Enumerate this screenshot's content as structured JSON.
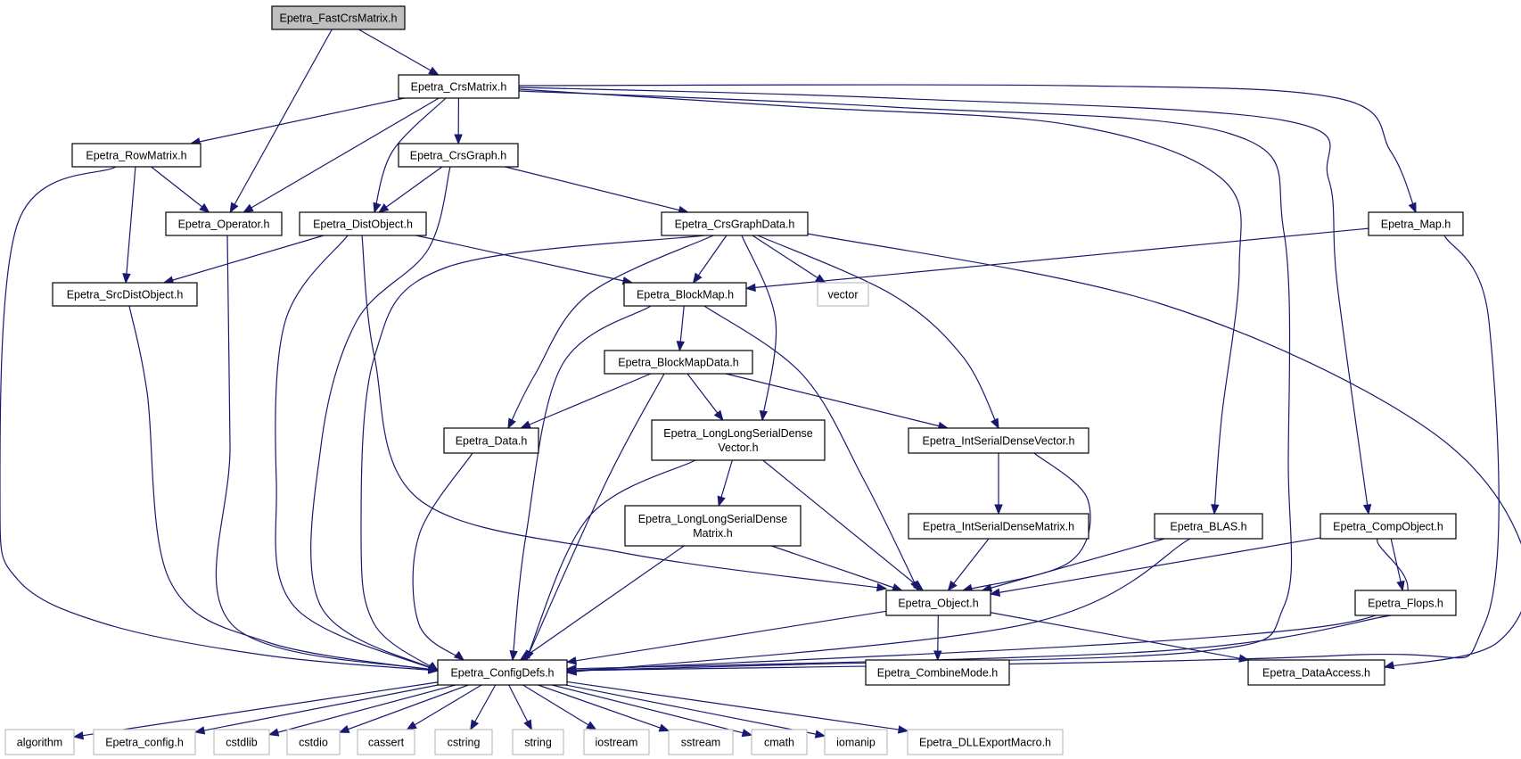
{
  "diagram": {
    "nodes": [
      {
        "id": "fastcrs",
        "label": "Epetra_FastCrsMatrix.h",
        "style": "root"
      },
      {
        "id": "crsmatrix",
        "label": "Epetra_CrsMatrix.h",
        "style": "normal"
      },
      {
        "id": "rowmatrix",
        "label": "Epetra_RowMatrix.h",
        "style": "normal"
      },
      {
        "id": "crsgraph",
        "label": "Epetra_CrsGraph.h",
        "style": "normal"
      },
      {
        "id": "operator",
        "label": "Epetra_Operator.h",
        "style": "normal"
      },
      {
        "id": "distobject",
        "label": "Epetra_DistObject.h",
        "style": "normal"
      },
      {
        "id": "crsgraphdata",
        "label": "Epetra_CrsGraphData.h",
        "style": "normal"
      },
      {
        "id": "map",
        "label": "Epetra_Map.h",
        "style": "normal"
      },
      {
        "id": "srcdist",
        "label": "Epetra_SrcDistObject.h",
        "style": "normal"
      },
      {
        "id": "blockmap",
        "label": "Epetra_BlockMap.h",
        "style": "normal"
      },
      {
        "id": "vector",
        "label": "vector",
        "style": "external"
      },
      {
        "id": "blockmapdata",
        "label": "Epetra_BlockMapData.h",
        "style": "normal"
      },
      {
        "id": "data",
        "label": "Epetra_Data.h",
        "style": "normal"
      },
      {
        "id": "llsdv",
        "label": "Epetra_LongLongSerialDense\nVector.h",
        "style": "normal"
      },
      {
        "id": "isdv",
        "label": "Epetra_IntSerialDenseVector.h",
        "style": "normal"
      },
      {
        "id": "llsdm",
        "label": "Epetra_LongLongSerialDense\nMatrix.h",
        "style": "normal"
      },
      {
        "id": "isdm",
        "label": "Epetra_IntSerialDenseMatrix.h",
        "style": "normal"
      },
      {
        "id": "blas",
        "label": "Epetra_BLAS.h",
        "style": "normal"
      },
      {
        "id": "compobject",
        "label": "Epetra_CompObject.h",
        "style": "normal"
      },
      {
        "id": "object",
        "label": "Epetra_Object.h",
        "style": "normal"
      },
      {
        "id": "flops",
        "label": "Epetra_Flops.h",
        "style": "normal"
      },
      {
        "id": "configdefs",
        "label": "Epetra_ConfigDefs.h",
        "style": "normal"
      },
      {
        "id": "combinemode",
        "label": "Epetra_CombineMode.h",
        "style": "normal"
      },
      {
        "id": "dataaccess",
        "label": "Epetra_DataAccess.h",
        "style": "normal"
      },
      {
        "id": "algorithm",
        "label": "algorithm",
        "style": "external"
      },
      {
        "id": "config",
        "label": "Epetra_config.h",
        "style": "external"
      },
      {
        "id": "cstdlib",
        "label": "cstdlib",
        "style": "external"
      },
      {
        "id": "cstdio",
        "label": "cstdio",
        "style": "external"
      },
      {
        "id": "cassert",
        "label": "cassert",
        "style": "external"
      },
      {
        "id": "cstring",
        "label": "cstring",
        "style": "external"
      },
      {
        "id": "string",
        "label": "string",
        "style": "external"
      },
      {
        "id": "iostream",
        "label": "iostream",
        "style": "external"
      },
      {
        "id": "sstream",
        "label": "sstream",
        "style": "external"
      },
      {
        "id": "cmath",
        "label": "cmath",
        "style": "external"
      },
      {
        "id": "iomanip",
        "label": "iomanip",
        "style": "external"
      },
      {
        "id": "dllexport",
        "label": "Epetra_DLLExportMacro.h",
        "style": "external"
      }
    ],
    "edges": [
      [
        "fastcrs",
        "crsmatrix"
      ],
      [
        "fastcrs",
        "operator"
      ],
      [
        "crsmatrix",
        "rowmatrix"
      ],
      [
        "crsmatrix",
        "operator"
      ],
      [
        "crsmatrix",
        "distobject"
      ],
      [
        "crsmatrix",
        "crsgraph"
      ],
      [
        "crsmatrix",
        "map"
      ],
      [
        "crsmatrix",
        "blas"
      ],
      [
        "crsmatrix",
        "compobject"
      ],
      [
        "crsmatrix",
        "configdefs"
      ],
      [
        "rowmatrix",
        "operator"
      ],
      [
        "rowmatrix",
        "srcdist"
      ],
      [
        "rowmatrix",
        "configdefs"
      ],
      [
        "crsgraph",
        "distobject"
      ],
      [
        "crsgraph",
        "crsgraphdata"
      ],
      [
        "crsgraph",
        "configdefs"
      ],
      [
        "operator",
        "configdefs"
      ],
      [
        "distobject",
        "srcdist"
      ],
      [
        "distobject",
        "blockmap"
      ],
      [
        "distobject",
        "configdefs"
      ],
      [
        "distobject",
        "object"
      ],
      [
        "crsgraphdata",
        "blockmap"
      ],
      [
        "crsgraphdata",
        "vector"
      ],
      [
        "crsgraphdata",
        "data"
      ],
      [
        "crsgraphdata",
        "llsdv"
      ],
      [
        "crsgraphdata",
        "isdv"
      ],
      [
        "crsgraphdata",
        "configdefs"
      ],
      [
        "crsgraphdata",
        "dataaccess"
      ],
      [
        "map",
        "blockmap"
      ],
      [
        "map",
        "configdefs"
      ],
      [
        "srcdist",
        "configdefs"
      ],
      [
        "blockmap",
        "blockmapdata"
      ],
      [
        "blockmap",
        "object"
      ],
      [
        "blockmap",
        "configdefs"
      ],
      [
        "blockmapdata",
        "data"
      ],
      [
        "blockmapdata",
        "llsdv"
      ],
      [
        "blockmapdata",
        "isdv"
      ],
      [
        "blockmapdata",
        "configdefs"
      ],
      [
        "data",
        "configdefs"
      ],
      [
        "llsdv",
        "llsdm"
      ],
      [
        "llsdv",
        "object"
      ],
      [
        "llsdv",
        "configdefs"
      ],
      [
        "isdv",
        "isdm"
      ],
      [
        "isdv",
        "object"
      ],
      [
        "llsdm",
        "object"
      ],
      [
        "llsdm",
        "configdefs"
      ],
      [
        "isdm",
        "object"
      ],
      [
        "blas",
        "object"
      ],
      [
        "blas",
        "configdefs"
      ],
      [
        "compobject",
        "object"
      ],
      [
        "compobject",
        "flops"
      ],
      [
        "compobject",
        "configdefs"
      ],
      [
        "flops",
        "configdefs"
      ],
      [
        "object",
        "configdefs"
      ],
      [
        "object",
        "combinemode"
      ],
      [
        "object",
        "dataaccess"
      ],
      [
        "configdefs",
        "algorithm"
      ],
      [
        "configdefs",
        "config"
      ],
      [
        "configdefs",
        "cstdlib"
      ],
      [
        "configdefs",
        "cstdio"
      ],
      [
        "configdefs",
        "cassert"
      ],
      [
        "configdefs",
        "cstring"
      ],
      [
        "configdefs",
        "string"
      ],
      [
        "configdefs",
        "iostream"
      ],
      [
        "configdefs",
        "sstream"
      ],
      [
        "configdefs",
        "cmath"
      ],
      [
        "configdefs",
        "iomanip"
      ],
      [
        "configdefs",
        "dllexport"
      ]
    ]
  }
}
